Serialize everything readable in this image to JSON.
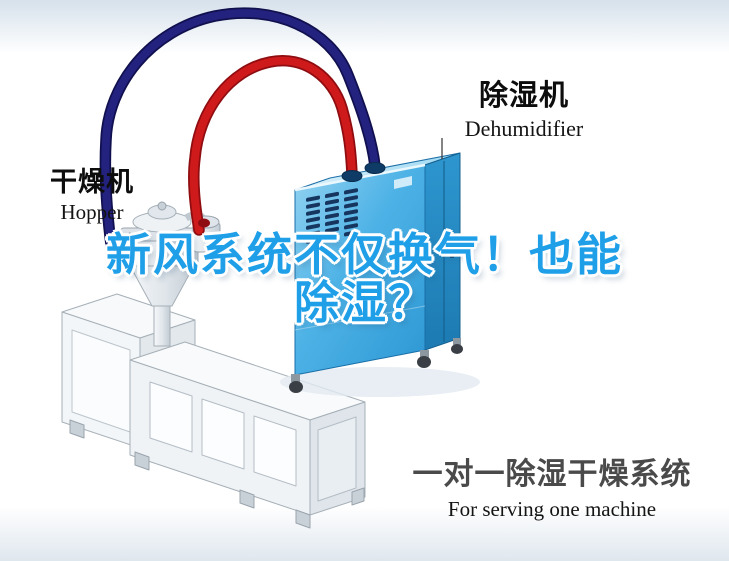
{
  "labels": {
    "hopper": {
      "cn": "干燥机",
      "en": "Hopper"
    },
    "dehumidifier": {
      "cn": "除湿机",
      "en": "Dehumidifier"
    }
  },
  "headline": {
    "line1": "新风系统不仅换气！也能",
    "line2": "除湿？",
    "color": "#1e9fe8"
  },
  "caption": {
    "cn": "一对一除湿干燥系统",
    "en": "For serving one machine"
  },
  "illustration": {
    "dehumidifier_cabinet_color": "#3fa9e1",
    "pipe_dark_color": "#1b1a5e",
    "pipe_red_color": "#cc1316",
    "machine_color": "#f2f4f6",
    "parts": [
      "hopper-dryer-extruder",
      "cyclone-hopper",
      "dehumidifier-cabinet",
      "return-air-pipe",
      "supply-air-pipe"
    ]
  }
}
